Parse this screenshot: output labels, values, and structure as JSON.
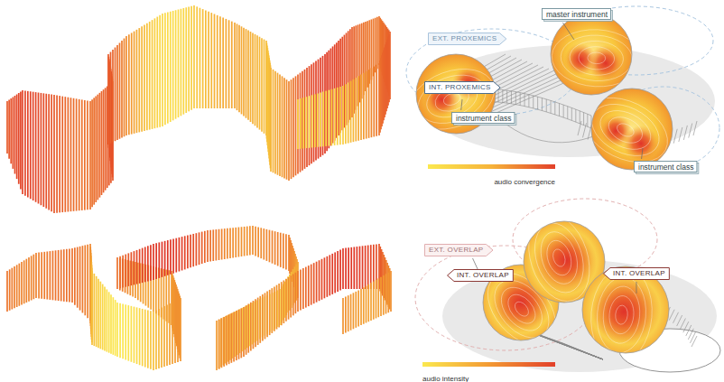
{
  "diagram": {
    "nodes": [
      {
        "text": [
          "master instrument"
        ]
      },
      {
        "text": [
          "EXT. PROXEMICS"
        ]
      },
      {
        "text": [
          "INT. PROXEMICS"
        ]
      },
      {
        "text": [
          "instrument class"
        ]
      },
      {
        "text": [
          "instrument class"
        ]
      },
      {
        "text": [
          "EXT. OVERLAP"
        ]
      },
      {
        "text": [
          "INT. OVERLAP"
        ]
      },
      {
        "text": [
          "INT. OVERLAP"
        ]
      }
    ],
    "legend": [
      {
        "text": "audio convergence"
      },
      {
        "text": "audio intensity"
      }
    ]
  }
}
